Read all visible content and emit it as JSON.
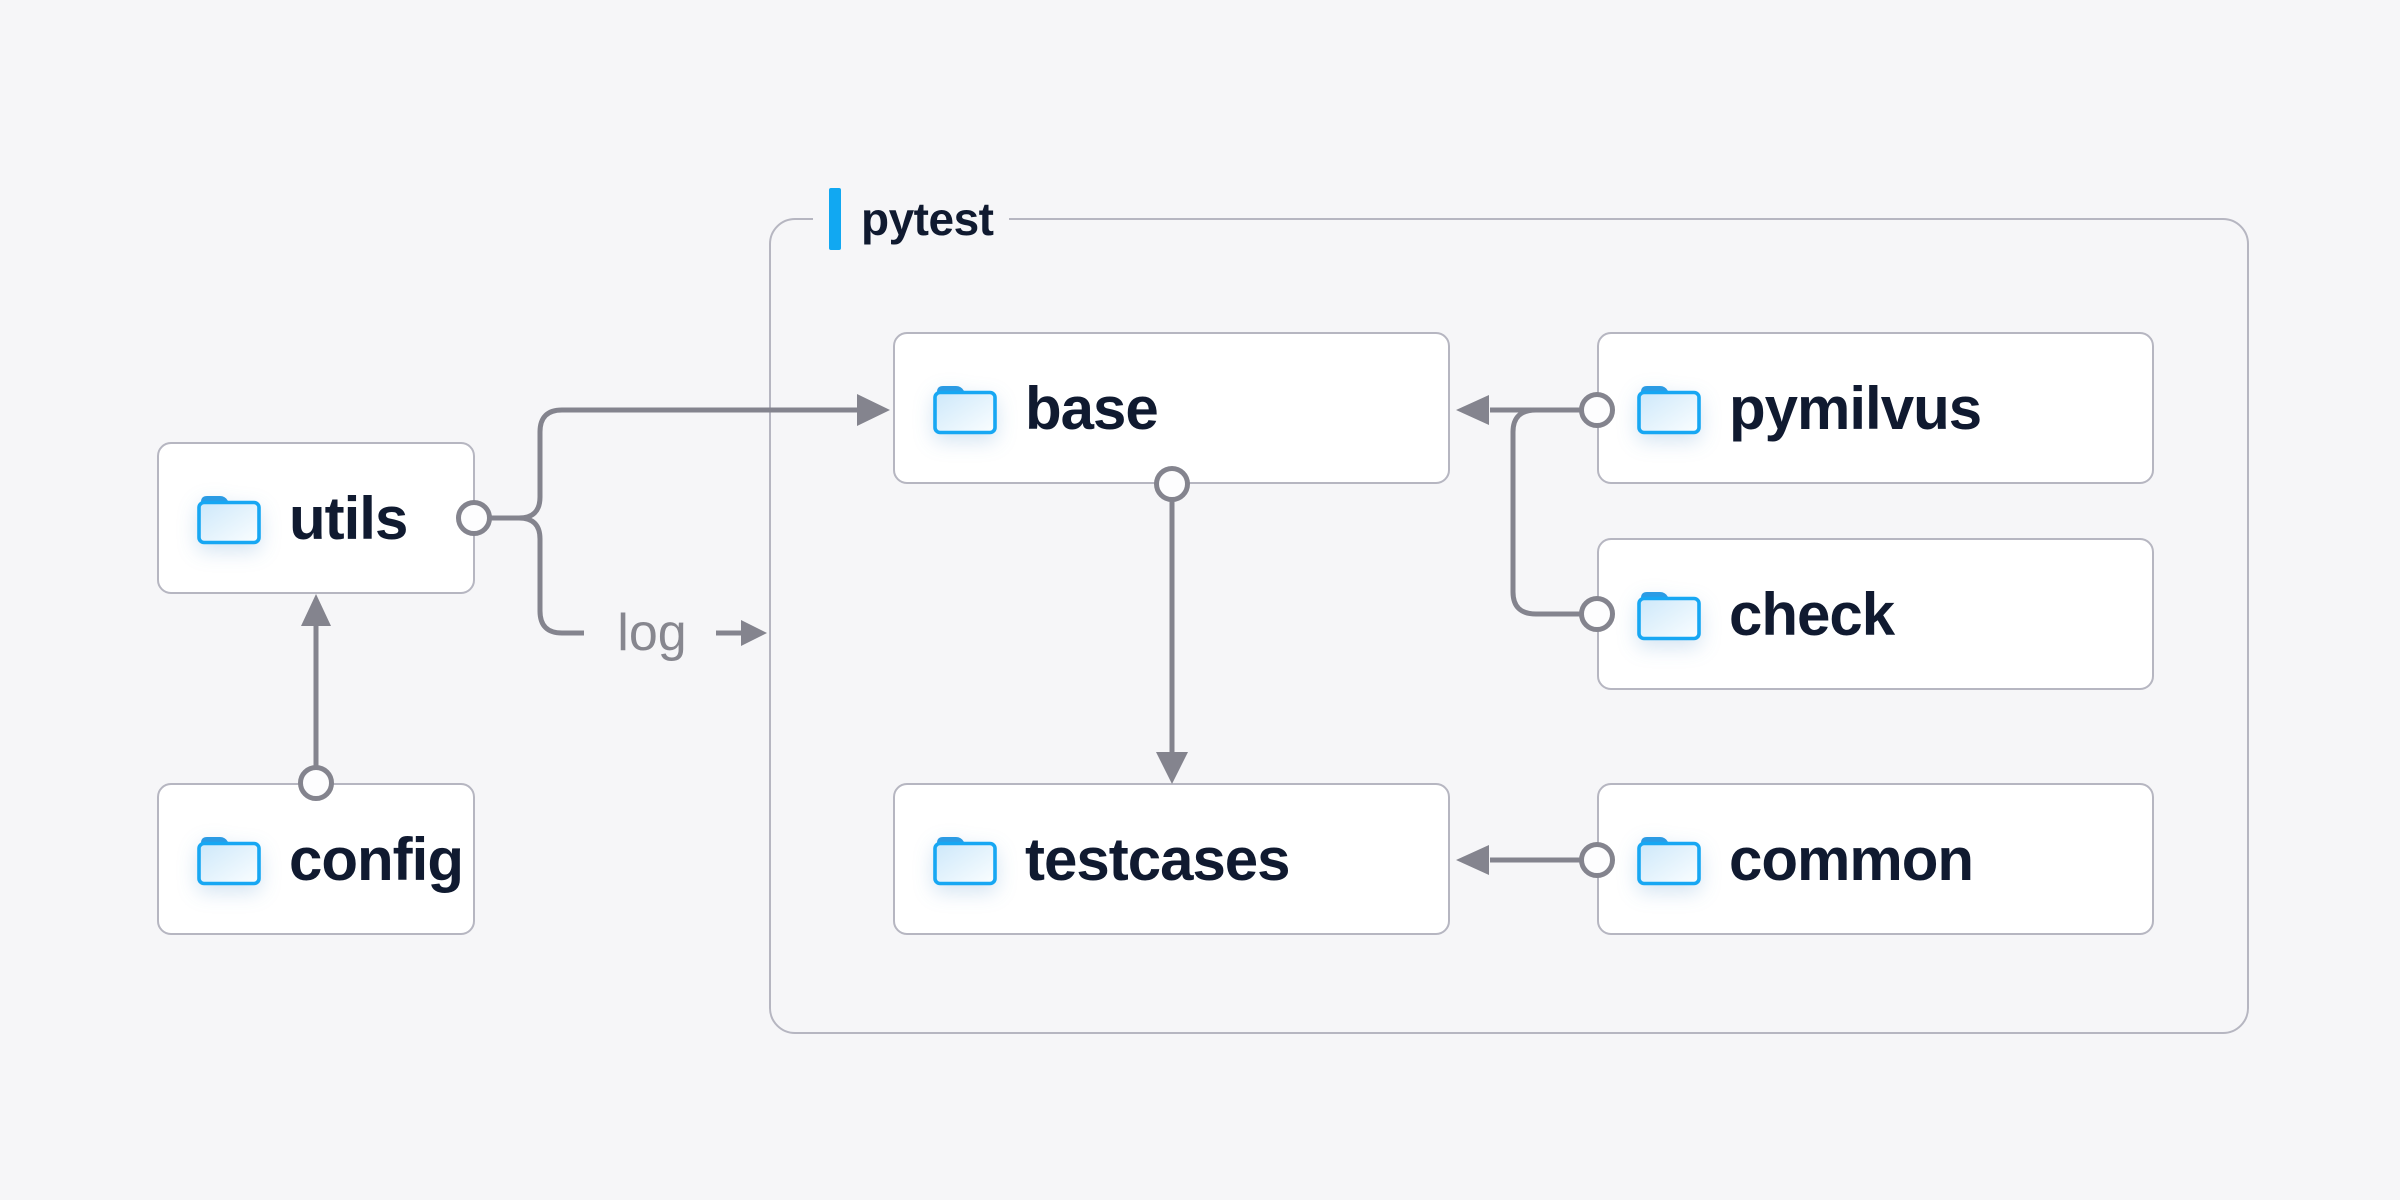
{
  "group": {
    "label": "pytest"
  },
  "nodes": {
    "utils": {
      "label": "utils"
    },
    "config": {
      "label": "config"
    },
    "base": {
      "label": "base"
    },
    "pymilvus": {
      "label": "pymilvus"
    },
    "check": {
      "label": "check"
    },
    "testcases": {
      "label": "testcases"
    },
    "common": {
      "label": "common"
    }
  },
  "edges": {
    "log_label": "log",
    "connections": [
      {
        "from": "config",
        "to": "utils"
      },
      {
        "from": "utils",
        "to": "base"
      },
      {
        "from": "utils",
        "to": "log"
      },
      {
        "from": "pymilvus",
        "to": "base"
      },
      {
        "from": "check",
        "to": "base"
      },
      {
        "from": "base",
        "to": "testcases"
      },
      {
        "from": "common",
        "to": "testcases"
      }
    ]
  },
  "colors": {
    "background": "#f6f6f8",
    "node_fill": "#ffffff",
    "node_border": "#b6b6c1",
    "connector_gray": "#84848e",
    "label_navy": "#101a30",
    "muted_text": "#87878f",
    "accent_blue": "#11a8f2",
    "folder_blue": "#17a7f3"
  }
}
